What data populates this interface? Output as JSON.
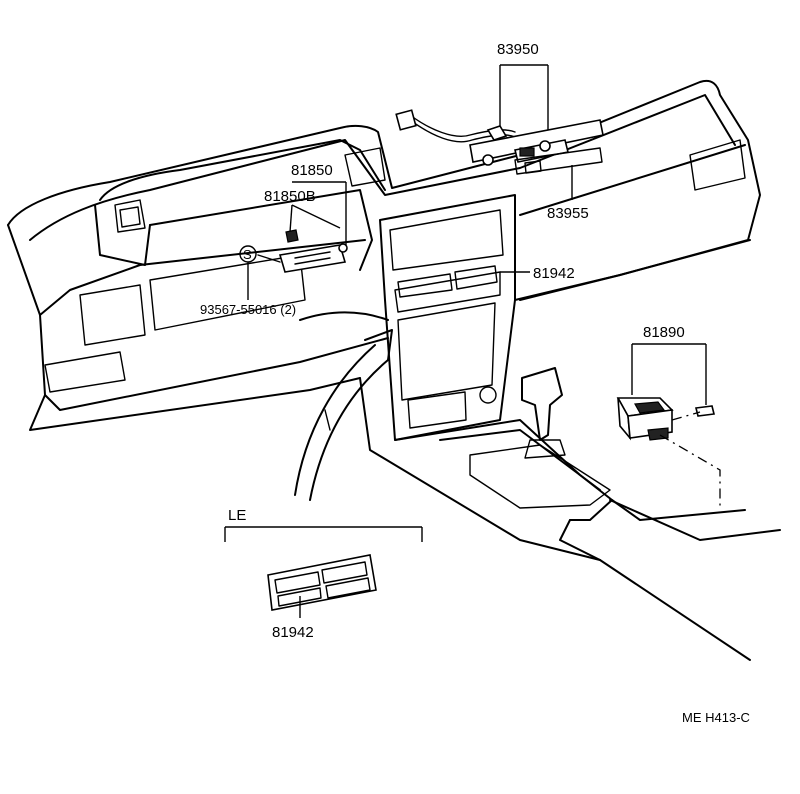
{
  "callouts": {
    "p83950": "83950",
    "p83955": "83955",
    "p81850": "81850",
    "p81850b": "81850B",
    "p81942_main": "81942",
    "p81890": "81890",
    "p93567": "93567-55016 (2)",
    "s_mark": "S",
    "p81942_le": "81942"
  },
  "variant_label": "LE",
  "diagram_code": "ME  H413-C"
}
